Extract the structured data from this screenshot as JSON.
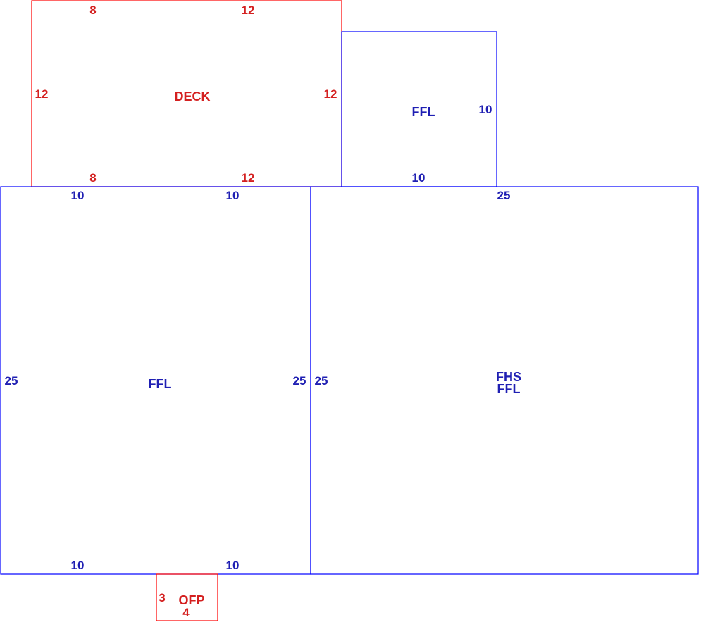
{
  "colors": {
    "living": "#0000ff",
    "exterior": "#ff0000"
  },
  "areas": {
    "deck": {
      "label": "DECK",
      "top_dims": [
        "8",
        "12"
      ],
      "left_dim": "12",
      "right_dim": "12",
      "bottom_dims": [
        "8",
        "12"
      ]
    },
    "upper_ffl": {
      "label": "FFL",
      "right_dim": "10",
      "bottom_dim": "10"
    },
    "left_ffl": {
      "label": "FFL",
      "top_dims": [
        "10",
        "10"
      ],
      "left_dim": "25",
      "right_dim": "25",
      "bottom_dims": [
        "10",
        "10"
      ]
    },
    "right_fhs": {
      "label_line1": "FHS",
      "label_line2": "FFL",
      "top_dim": "25",
      "left_dim": "25"
    },
    "ofp": {
      "label": "OFP",
      "left_dim": "3",
      "bottom_dim": "4"
    }
  }
}
